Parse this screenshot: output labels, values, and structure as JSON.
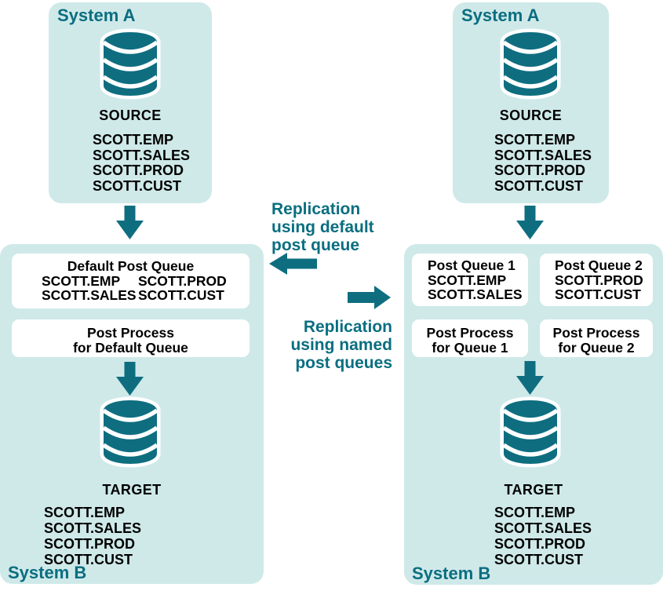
{
  "colors": {
    "accent_teal": "#0E6E80",
    "teal_text": "#0A6E80",
    "panel_fill": "#CFE9E9",
    "box_fill": "#FFFFFF",
    "body_text": "#000000"
  },
  "left": {
    "system_a": {
      "title": "System A",
      "db_label": "SOURCE",
      "tables": [
        "SCOTT.EMP",
        "SCOTT.SALES",
        "SCOTT.PROD",
        "SCOTT.CUST"
      ]
    },
    "system_b": {
      "title": "System B",
      "default_queue": {
        "title": "Default Post Queue",
        "col1": [
          "SCOTT.EMP",
          "SCOTT.SALES"
        ],
        "col2": [
          "SCOTT.PROD",
          "SCOTT.CUST"
        ]
      },
      "post_process": {
        "line1": "Post Process",
        "line2": "for Default Queue"
      },
      "db_label": "TARGET",
      "tables": [
        "SCOTT.EMP",
        "SCOTT.SALES",
        "SCOTT.PROD",
        "SCOTT.CUST"
      ]
    }
  },
  "middle": {
    "default_label": {
      "line1": "Replication",
      "line2": "using default",
      "line3": "post queue"
    },
    "named_label": {
      "line1": "Replication",
      "line2": "using named",
      "line3": "post queues"
    }
  },
  "right": {
    "system_a": {
      "title": "System A",
      "db_label": "SOURCE",
      "tables": [
        "SCOTT.EMP",
        "SCOTT.SALES",
        "SCOTT.PROD",
        "SCOTT.CUST"
      ]
    },
    "system_b": {
      "title": "System B",
      "queue1": {
        "title": "Post Queue 1",
        "rows": [
          "SCOTT.EMP",
          "SCOTT.SALES"
        ]
      },
      "queue2": {
        "title": "Post Queue 2",
        "rows": [
          "SCOTT.PROD",
          "SCOTT.CUST"
        ]
      },
      "process1": {
        "line1": "Post Process",
        "line2": "for Queue 1"
      },
      "process2": {
        "line1": "Post Process",
        "line2": "for Queue 2"
      },
      "db_label": "TARGET",
      "tables": [
        "SCOTT.EMP",
        "SCOTT.SALES",
        "SCOTT.PROD",
        "SCOTT.CUST"
      ]
    }
  }
}
